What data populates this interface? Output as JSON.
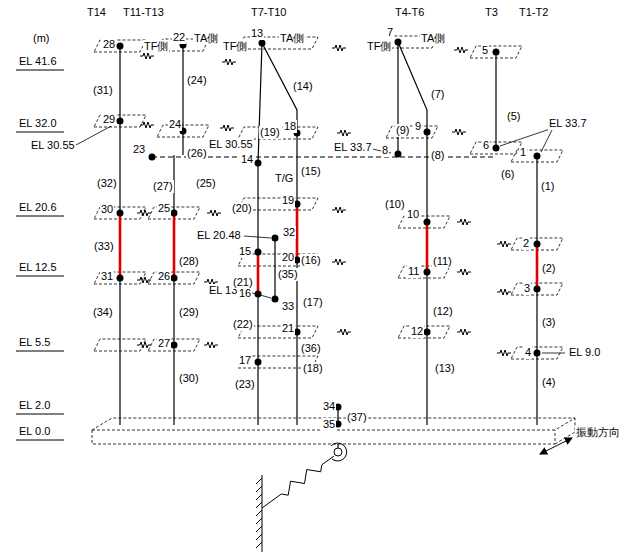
{
  "diagram": {
    "labels": [
      "T14",
      "T11-T13",
      "T7-T10",
      "T4-T6",
      "T3",
      "T1-T2",
      "(m)",
      "TF側",
      "TA側",
      "TF側",
      "TA側",
      "TF側",
      "TA側",
      "EL 41.6",
      "EL 32.0",
      "EL 20.6",
      "EL 12.5",
      "EL 5.5",
      "EL 2.0",
      "EL 0.0",
      "EL 33.7",
      "EL 30.55",
      "EL 30.55",
      "EL 33.7",
      "EL 20.48",
      "EL 13.6",
      "EL 9.0",
      "T/G",
      "振動方向",
      "1",
      "2",
      "3",
      "4",
      "5",
      "6",
      "7",
      "8",
      "9",
      "10",
      "11",
      "12",
      "13",
      "14",
      "15",
      "16",
      "17",
      "18",
      "19",
      "20",
      "21",
      "22",
      "23",
      "24",
      "25",
      "26",
      "27",
      "28",
      "29",
      "30",
      "31",
      "32",
      "33",
      "34",
      "35",
      "(1)",
      "(2)",
      "(3)",
      "(4)",
      "(5)",
      "(6)",
      "(7)",
      "(8)",
      "(9)",
      "(10)",
      "(11)",
      "(12)",
      "(13)",
      "(14)",
      "(15)",
      "(16)",
      "(17)",
      "(18)",
      "(19)",
      "(20)",
      "(21)",
      "(22)",
      "(23)",
      "(24)",
      "(25)",
      "(26)",
      "(27)",
      "(28)",
      "(29)",
      "(30)",
      "(31)",
      "(32)",
      "(33)",
      "(34)",
      "(35)",
      "(36)",
      "(37)"
    ]
  }
}
